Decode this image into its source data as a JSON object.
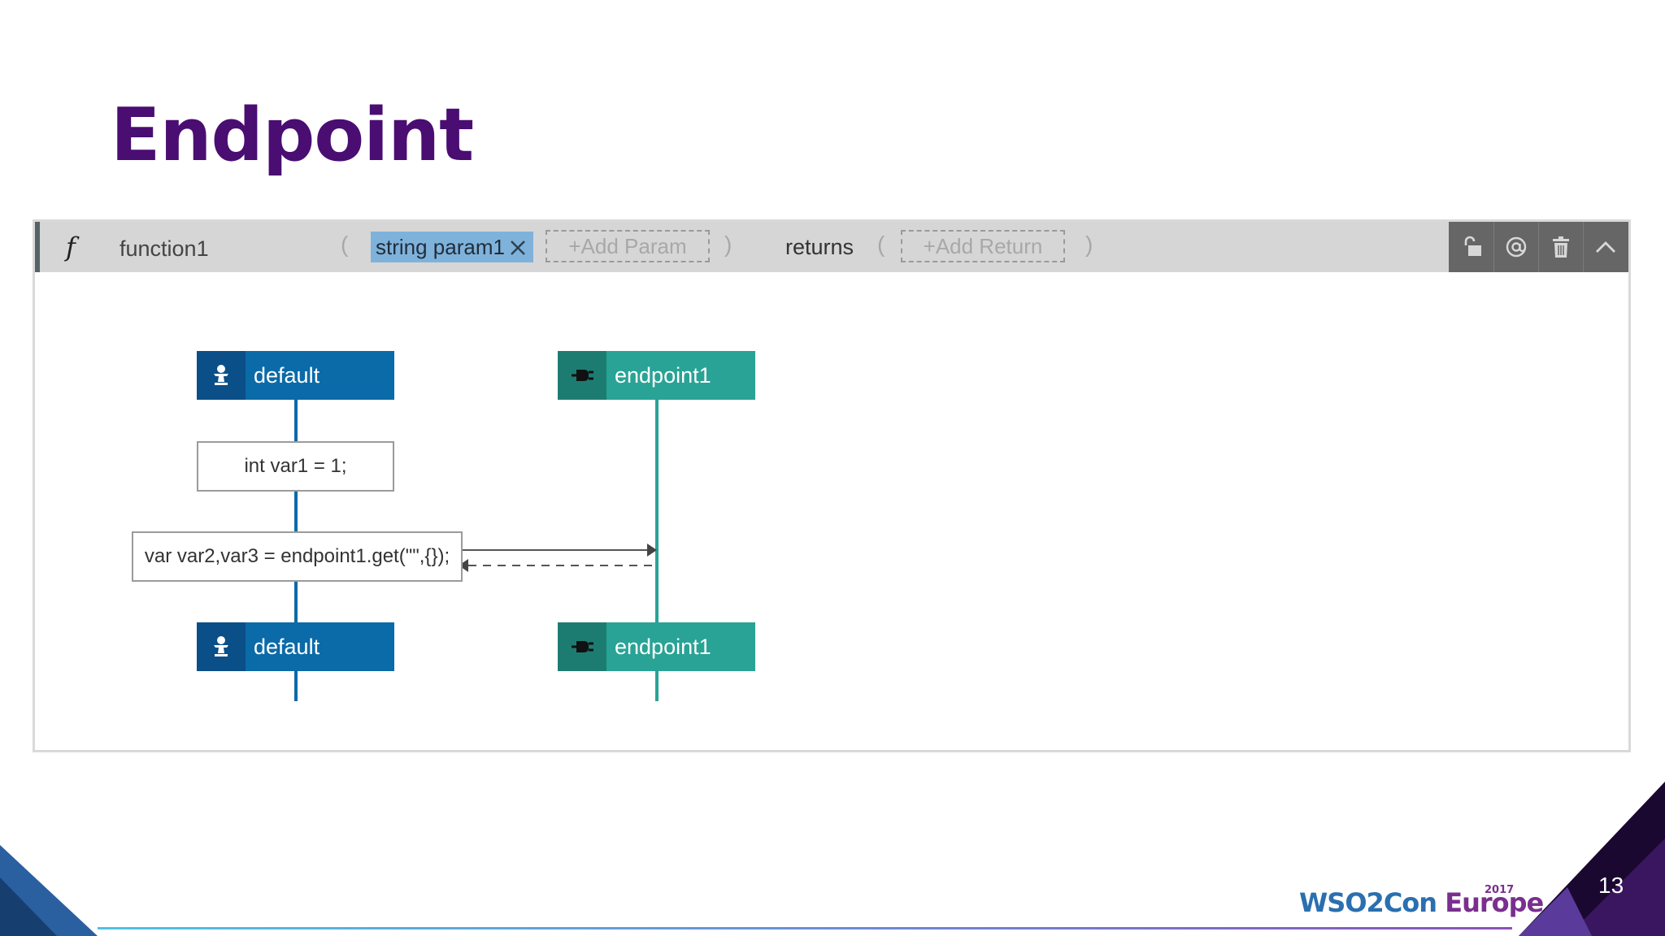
{
  "slide": {
    "title": "Endpoint",
    "page_number": "13",
    "logo_text": "WSO2Con",
    "logo_text_2": "Europe",
    "logo_year": "2017"
  },
  "function_bar": {
    "symbol": "f",
    "name": "function1",
    "open_paren": "(",
    "close_paren": ")",
    "param": "string param1",
    "add_param": "+Add Param",
    "returns_label": "returns",
    "add_return": "+Add Return",
    "tools": [
      "unlock-icon",
      "annotation-at-icon",
      "trash-icon",
      "collapse-chevron-icon"
    ]
  },
  "diagram": {
    "worker_top": "default",
    "worker_bottom": "default",
    "endpoint_top": "endpoint1",
    "endpoint_bottom": "endpoint1",
    "statement_1": "int var1 = 1;",
    "statement_2": "var var2,var3 = endpoint1.get(\"\",{});"
  },
  "colors": {
    "title": "#4a0d72",
    "worker": "#0b6aa8",
    "worker_dark": "#0a4f87",
    "endpoint": "#29a395",
    "endpoint_dark": "#1d7c72"
  }
}
